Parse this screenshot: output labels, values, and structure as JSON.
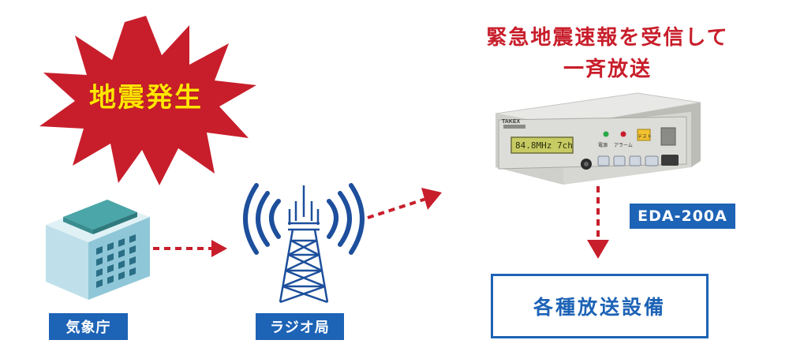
{
  "burst": {
    "text": "地震発生",
    "fill": "#c81e2b",
    "text_color": "#ffe600"
  },
  "agency": {
    "label": "気象庁"
  },
  "radio": {
    "label": "ラジオ局"
  },
  "headline": {
    "line1": "緊急地震速報を受信して",
    "line2": "一斉放送"
  },
  "device": {
    "model": "EDA-200A",
    "brand": "TAKEX",
    "lcd_text": "84.8MHz 7ch",
    "button_power": "電源",
    "button_alarm": "アラーム",
    "button_test": "テスト"
  },
  "facility": {
    "label": "各種放送設備"
  },
  "colors": {
    "accent_blue": "#1d63b6",
    "arrow_red": "#c81e2b",
    "building_teal": "#4aa6a8"
  }
}
